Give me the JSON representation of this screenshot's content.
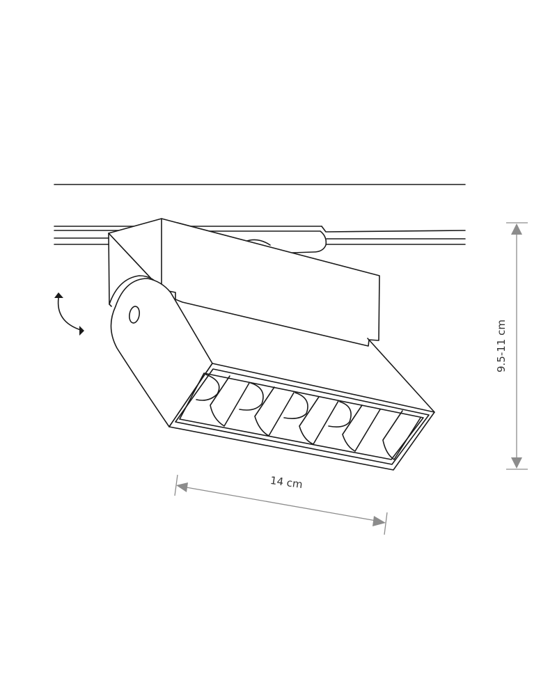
{
  "diagram": {
    "type": "technical-product-drawing",
    "subject": "track spotlight with rotating LED head",
    "colors": {
      "line": "#1a1a1a",
      "dimension": "#8c8c8c",
      "background": "#ffffff"
    },
    "dimensions": {
      "height": {
        "label": "9.5-11 cm",
        "orientation": "vertical"
      },
      "length": {
        "label": "14 cm",
        "orientation": "diagonal"
      }
    },
    "annotations": {
      "rotation_icon": "curved-double-arrow-icon"
    },
    "led_cells": 6
  }
}
